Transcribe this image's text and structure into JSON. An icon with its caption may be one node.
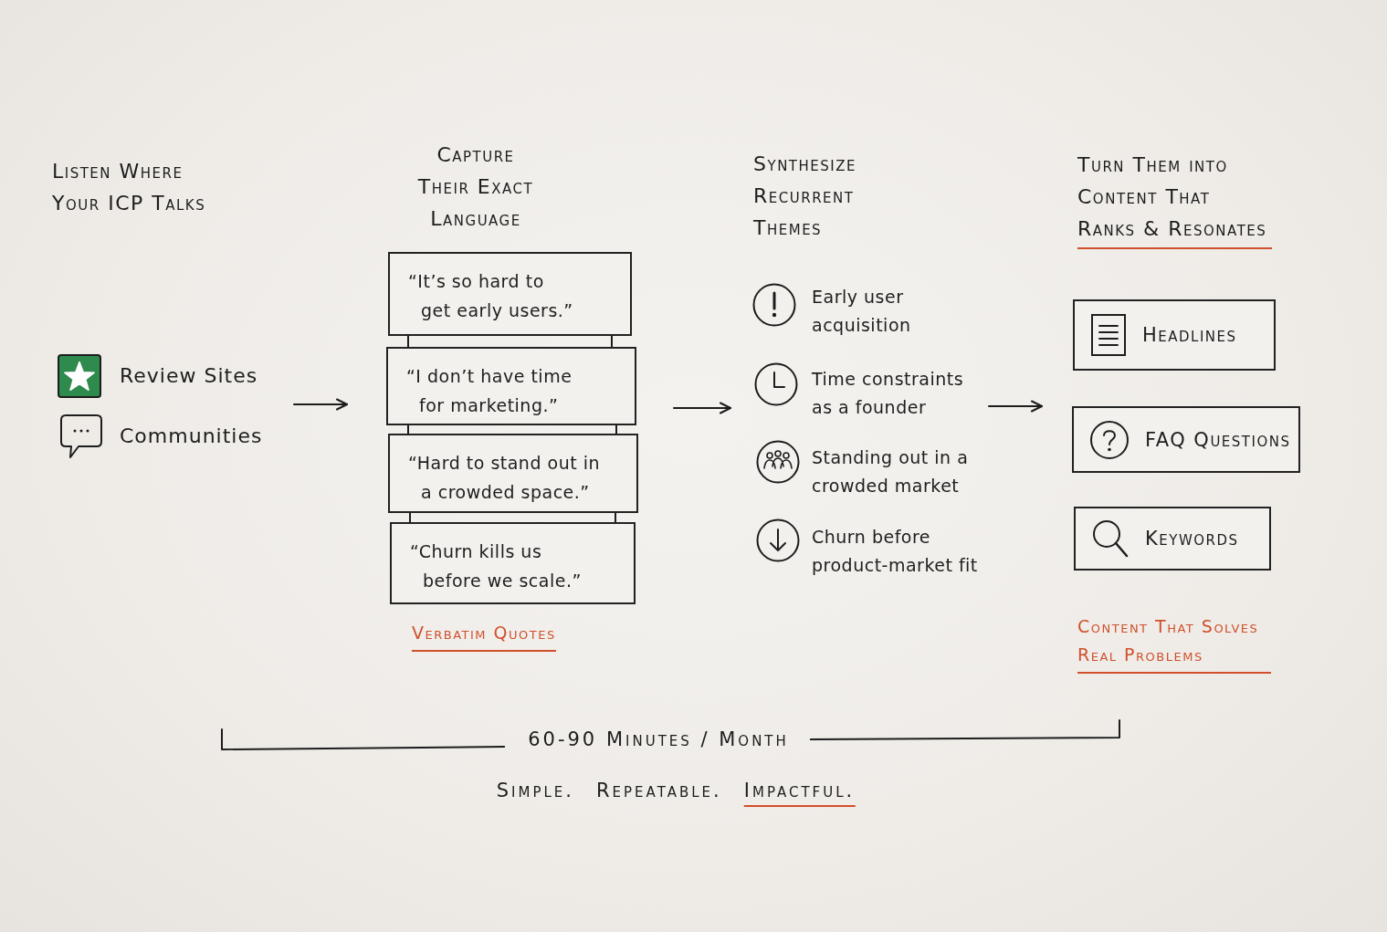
{
  "diagram": {
    "nodes": [
      {
        "text": [
          "Listen Where Your ICP Talks",
          "Review Sites",
          "Communities"
        ]
      },
      {
        "text": [
          "Capture Their Exact Language",
          "Verbatim Quotes"
        ]
      },
      {
        "text": [
          "“It’s so hard to get early users.”"
        ],
        "in": 1
      },
      {
        "text": [
          "“I don’t have time for marketing.”"
        ],
        "in": 1
      },
      {
        "text": [
          "“Hard to stand out in a crowded space.”"
        ],
        "in": 1
      },
      {
        "text": [
          "“Churn kills us before we scale.”"
        ],
        "in": 1
      },
      {
        "text": [
          "Synthesize Recurrent Themes",
          "Early user acquisition",
          "Time constraints as a founder",
          "Standing out in a crowded market",
          "Churn before product-market fit"
        ]
      },
      {
        "text": [
          "Turn Them into Content That Ranks & Resonates",
          "Content That Solves Real Problems"
        ]
      },
      {
        "text": [
          "Headlines"
        ],
        "in": 7
      },
      {
        "text": [
          "FAQ Questions"
        ],
        "in": 7
      },
      {
        "text": [
          "Keywords"
        ],
        "in": 7
      }
    ],
    "edges": [
      {
        "from": 0,
        "to": 1,
        "arrow": "to"
      },
      {
        "from": 1,
        "to": 6,
        "arrow": "to"
      },
      {
        "from": 6,
        "to": 7,
        "arrow": "to"
      },
      {
        "from": 2,
        "to": 3,
        "arrow": "none"
      },
      {
        "from": 2,
        "to": 3,
        "arrow": "none"
      },
      {
        "from": 3,
        "to": 4,
        "arrow": "none"
      },
      {
        "from": 3,
        "to": 4,
        "arrow": "none"
      },
      {
        "from": 4,
        "to": 5,
        "arrow": "none"
      },
      {
        "from": 4,
        "to": 5,
        "arrow": "none"
      }
    ],
    "labels": [
      "60-90 Minutes / Month",
      "Simple.",
      "Repeatable.",
      "Impactful."
    ]
  }
}
